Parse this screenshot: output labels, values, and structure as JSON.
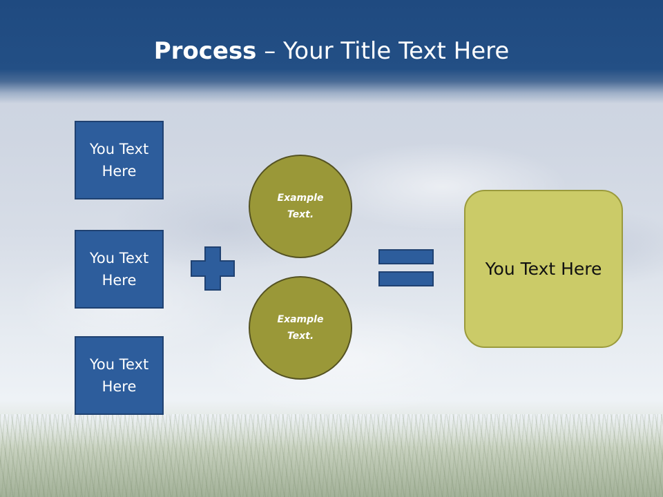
{
  "slide": {
    "title_strong": "Process",
    "title_rest": " – Your Title Text Here"
  },
  "left_boxes": [
    {
      "text": "You Text Here"
    },
    {
      "text": "You Text Here"
    },
    {
      "text": "You Text Here"
    }
  ],
  "circles": [
    {
      "text": "Example Text."
    },
    {
      "text": "Example Text."
    }
  ],
  "result_box": {
    "text": "You Text Here"
  },
  "icons": {
    "plus": "plus-icon",
    "equals": "equals-icon"
  },
  "colors": {
    "header": "#234f85",
    "box_fill": "#2d5d9c",
    "circle_fill": "#9a9838",
    "result_fill": "#cbcb68"
  }
}
